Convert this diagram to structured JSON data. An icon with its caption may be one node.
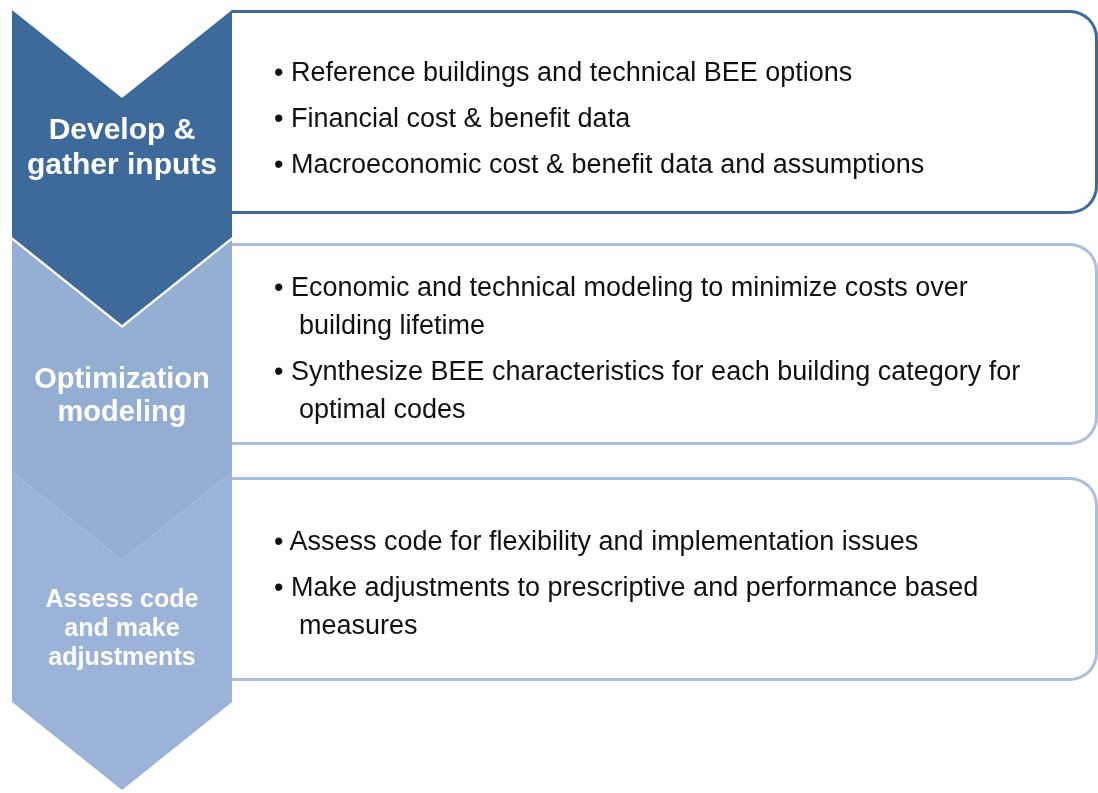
{
  "diagram": {
    "nodes": [
      {
        "text": [
          "Develop & gather inputs"
        ]
      },
      {
        "text": [
          "• Reference buildings and technical BEE options",
          "• Financial cost & benefit data",
          "• Macroeconomic cost & benefit data and assumptions"
        ]
      },
      {
        "text": [
          "Optimization modeling"
        ]
      },
      {
        "text": [
          "• Economic and technical modeling to minimize costs over building lifetime",
          "• Synthesize BEE characteristics for each building category for optimal codes"
        ]
      },
      {
        "text": [
          "Assess code and make adjustments"
        ]
      },
      {
        "text": [
          "• Assess code for flexibility and implementation issues",
          "• Make adjustments to prescriptive and performance based measures"
        ]
      }
    ]
  }
}
